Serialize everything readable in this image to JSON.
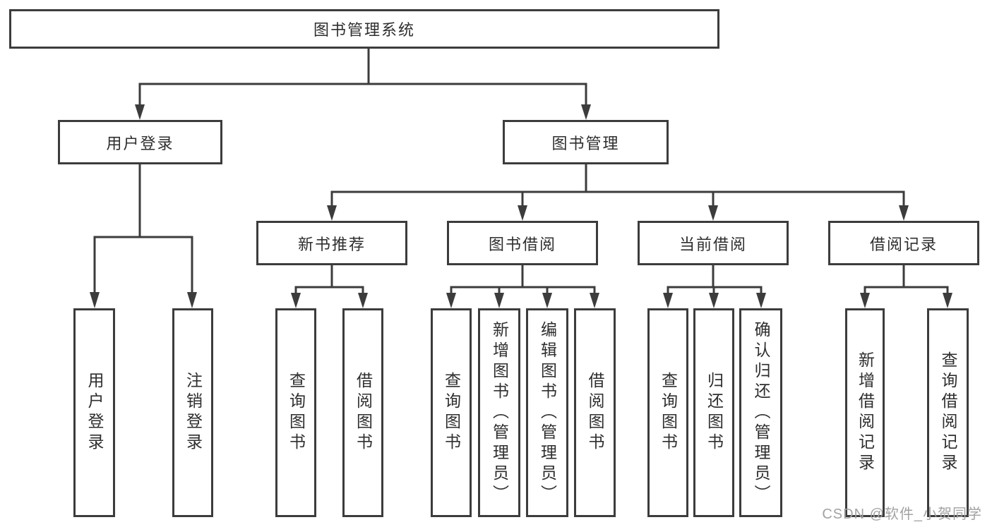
{
  "diagram": {
    "root": "图书管理系统",
    "level1": {
      "user_login": "用户登录",
      "book_management": "图书管理"
    },
    "level2": {
      "new_book": "新书推荐",
      "book_borrow": "图书借阅",
      "current_borrow": "当前借阅",
      "borrow_record": "借阅记录"
    },
    "leaves": {
      "user_login": [
        "用户登录",
        "注销登录"
      ],
      "new_book": [
        "查询图书",
        "借阅图书"
      ],
      "book_borrow": [
        "查询图书",
        "新增图书（管理员）",
        "编辑图书（管理员）",
        "借阅图书"
      ],
      "current_borrow": [
        "查询图书",
        "归还图书",
        "确认归还（管理员）"
      ],
      "borrow_record": [
        "新增借阅记录",
        "查询借阅记录"
      ]
    }
  },
  "watermark": "CSDN @软件_小贺同学",
  "colors": {
    "line": "#3c3c3c",
    "text": "#2e2e2e",
    "watermark": "#a2a2a2",
    "background": "#ffffff"
  }
}
